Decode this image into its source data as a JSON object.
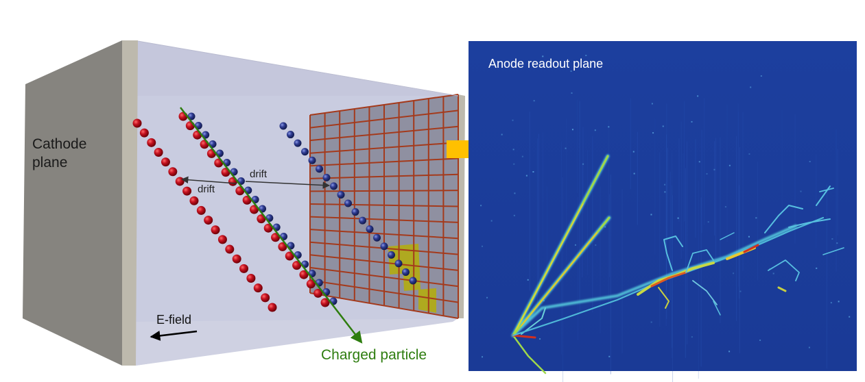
{
  "labels": {
    "cathode": "Cathode plane",
    "drift_left": "drift",
    "drift_right": "drift",
    "efield": "E-field",
    "charged_particle": "Charged particle",
    "anode": "Anode readout plane"
  },
  "colors": {
    "cathode_face": "#8a8884",
    "chamber_interior": "#c8cade",
    "anode_grid_bg": "#8f90a0",
    "grid_lines": "#a33b1e",
    "highlight_pixels": "#b6b000",
    "electrons_red": "#c0101c",
    "electrons_blue": "#2e3a8c",
    "particle_track": "#2e7d0f",
    "arrow": "#ffc000",
    "readout_bg": "#1b3e9c"
  },
  "icons": {
    "transfer_arrow": "right-arrow-icon"
  }
}
